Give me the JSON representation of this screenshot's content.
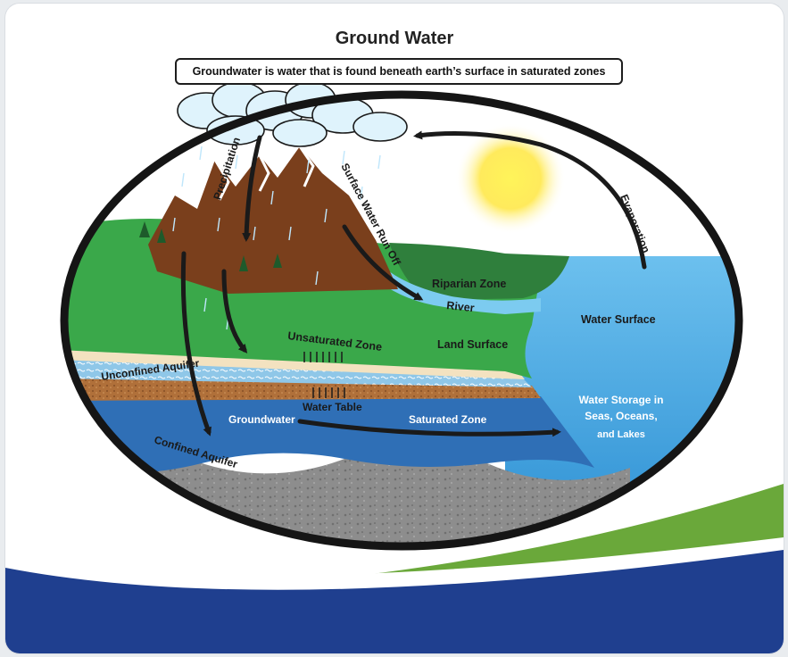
{
  "title": "Ground Water",
  "subtitle": "Groundwater is water that is found beneath earth’s surface in saturated zones",
  "labels": {
    "precipitation": "Precipitation",
    "surface_runoff": "Surface Water Run Off",
    "evaporation": "Evaporation",
    "riparian_zone": "Riparian Zone",
    "river": "River",
    "water_surface": "Water Surface",
    "unsaturated_zone": "Unsaturated Zone",
    "land_surface": "Land Surface",
    "unconfined_aquifer": "Unconfined Aquifer",
    "water_table": "Water Table",
    "groundwater": "Groundwater",
    "saturated_zone": "Saturated Zone",
    "storage_line1": "Water Storage in",
    "storage_line2": "Seas, Oceans,",
    "storage_line3": "and Lakes",
    "confined_aquifer": "Confined Aquifer"
  },
  "colors": {
    "land_green": "#3aa84a",
    "riparian_green": "#2f7f3c",
    "mountain_brown": "#7a3f1c",
    "ocean_blue": "#4aa9e0",
    "groundwater_blue": "#2f6fb6",
    "sun_yellow": "#ffee55",
    "bedrock_gray": "#8c8c8c",
    "wave_blue": "#1f3f8f",
    "wave_green": "#6aa83a"
  }
}
